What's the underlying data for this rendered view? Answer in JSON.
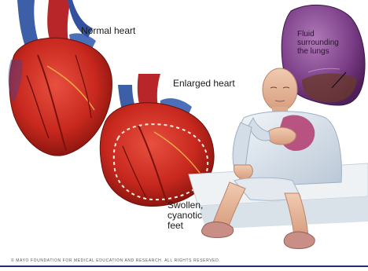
{
  "labels": {
    "normal_heart": "Normal heart",
    "enlarged_heart": "Enlarged heart",
    "swollen_feet": "Swollen,\ncyanotic\nfeet",
    "fluid_lungs": "Fluid\nsurrounding\nthe lungs"
  },
  "copyright": "© MAYO FOUNDATION FOR MEDICAL EDUCATION AND RESEARCH. ALL RIGHTS RESERVED.",
  "colors": {
    "heart_red": "#c8281e",
    "heart_dark": "#8a140f",
    "vessel_blue": "#3d5fa8",
    "lung_purple": "#7a3d86",
    "skin": "#e9b99a",
    "gown": "#dde6ef",
    "rule_navy": "#1d2f6f"
  }
}
